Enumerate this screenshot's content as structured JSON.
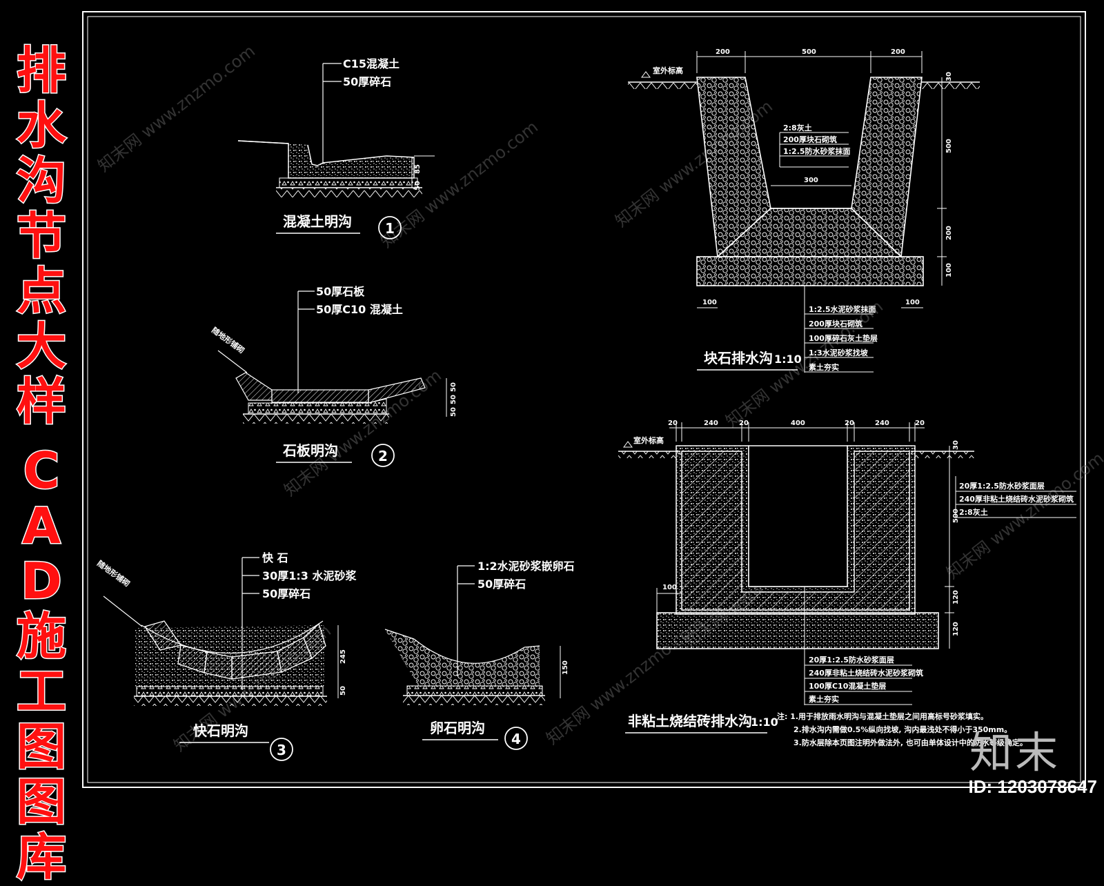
{
  "side_title": [
    "排",
    "水",
    "沟",
    "节",
    "点",
    "大",
    "样",
    "",
    "C",
    "A",
    "D",
    "施",
    "工",
    "图",
    "图",
    "库"
  ],
  "id_label": "ID: 1203078647",
  "brand": "知末",
  "watermark": "知末网 www.znzmo.com",
  "d1": {
    "labels": [
      "C15混凝土",
      "50厚碎石"
    ],
    "title": "混凝土明沟",
    "num": "1",
    "dims": [
      "85",
      "50"
    ]
  },
  "d2": {
    "labels": [
      "50厚石板",
      "50厚C10 混凝土"
    ],
    "slope": "随地形铺砌",
    "title": "石板明沟",
    "num": "2",
    "dims": [
      "50",
      "50",
      "50"
    ]
  },
  "d3": {
    "labels": [
      "快  石",
      "30厚1:3  水泥砂浆",
      "50厚碎石"
    ],
    "slope": "随地形铺砌",
    "title": "快石明沟",
    "num": "3",
    "dims": [
      "245",
      "50"
    ]
  },
  "d4": {
    "labels": [
      "1:2水泥砂浆嵌卵石",
      "50厚碎石"
    ],
    "title": "卵石明沟",
    "num": "4",
    "dims": [
      "150"
    ]
  },
  "d5": {
    "top_dims": [
      "200",
      "500",
      "200"
    ],
    "ground": "室外标高",
    "inner": [
      "2:8灰土",
      "200厚块石砌筑",
      "1:2.5防水砂浆抹面"
    ],
    "inner_dim": "300",
    "side_dims": [
      "30",
      "500",
      "200",
      "100"
    ],
    "bottom_dims": [
      "100",
      "100"
    ],
    "table": [
      "1:2.5水泥砂浆抹面",
      "200厚块石砌筑",
      "100厚碎石灰土垫层",
      "1:3水泥砂浆找坡",
      "素土夯实"
    ],
    "title": "块石排水沟",
    "scale": "1:10"
  },
  "d6": {
    "top_dims": [
      "20",
      "240",
      "20",
      "400",
      "20",
      "240",
      "20"
    ],
    "ground": "室外标高",
    "right_table": [
      "20厚1:2.5防水砂浆面层",
      "240厚非粘土烧结砖水泥砂浆砌筑",
      "2:8灰土"
    ],
    "side_dims": [
      "30",
      "500",
      "120",
      "120"
    ],
    "left_dim": "100",
    "bottom_table": [
      "20厚1:2.5防水砂浆面层",
      "240厚非粘土烧结砖水泥砂浆砌筑",
      "100厚C10混凝土垫层",
      "素土夯实"
    ],
    "title": "非粘土烧结砖排水沟",
    "scale": "1:10",
    "notes": [
      "注: 1.用于排放雨水明沟与混凝土垫层之间用高标号砂浆填实。",
      "2.排水沟内需做0.5%纵向找坡, 沟内最浅处不得小于350mm。",
      "3.防水层除本页图注明外做法外, 也可由单体设计中的防水等级确定。"
    ]
  }
}
